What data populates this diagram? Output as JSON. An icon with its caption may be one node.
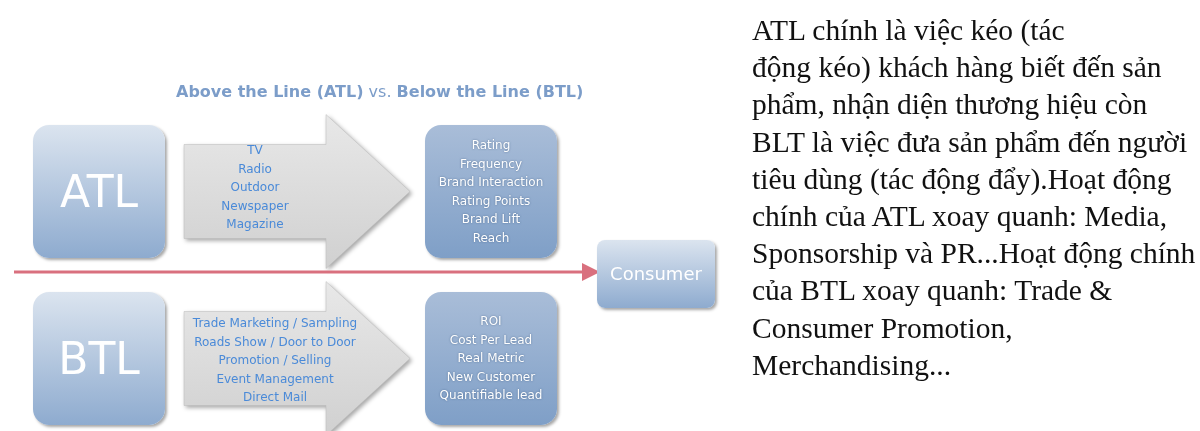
{
  "diagram": {
    "title": "**Above the Line (ATL)** vs. **Below the Line (BTL)**",
    "nodes": [
      {
        "text": [
          "ATL"
        ]
      },
      {
        "text": [
          "TV",
          "Radio",
          "Outdoor",
          "Newspaper",
          "Magazine"
        ]
      },
      {
        "text": [
          "Rating",
          "Frequency",
          "Brand Interaction",
          "Rating Points",
          "Brand Lift",
          "Reach"
        ]
      },
      {
        "text": [
          "Consumer"
        ]
      },
      {
        "text": [
          "BTL"
        ]
      },
      {
        "text": [
          "Trade Marketing / Sampling",
          "Roads Show / Door to Door",
          "Promotion / Selling",
          "Event Management",
          "Direct Mail"
        ]
      },
      {
        "text": [
          "ROI",
          "Cost Per Lead",
          "Real Metric",
          "New Customer",
          "Quantifiable lead"
        ]
      }
    ],
    "edges": [
      {
        "from": 0,
        "to": 2,
        "arrow": "to",
        "style": "thick",
        "color": "#d0d0d0"
      },
      {
        "from": null,
        "to": 3,
        "arrow": "to",
        "color": "#d9707e"
      },
      {
        "from": 4,
        "to": 6,
        "arrow": "to",
        "style": "thick",
        "color": "#d0d0d0"
      }
    ],
    "labels": [
      "ATL chính là việc kéo (tác động kéo) khách hàng biết đến sản phẩm, nhận diện thương hiệu còn BLT là việc đưa sản phẩm đến người tiêu dùng (tác động đẩy).Hoạt động chính của ATL xoay quanh: Media, Sponsorship và PR...Hoạt động chính của BTL xoay quanh: Trade & Consumer Promotion, Merchandising..."
    ]
  }
}
